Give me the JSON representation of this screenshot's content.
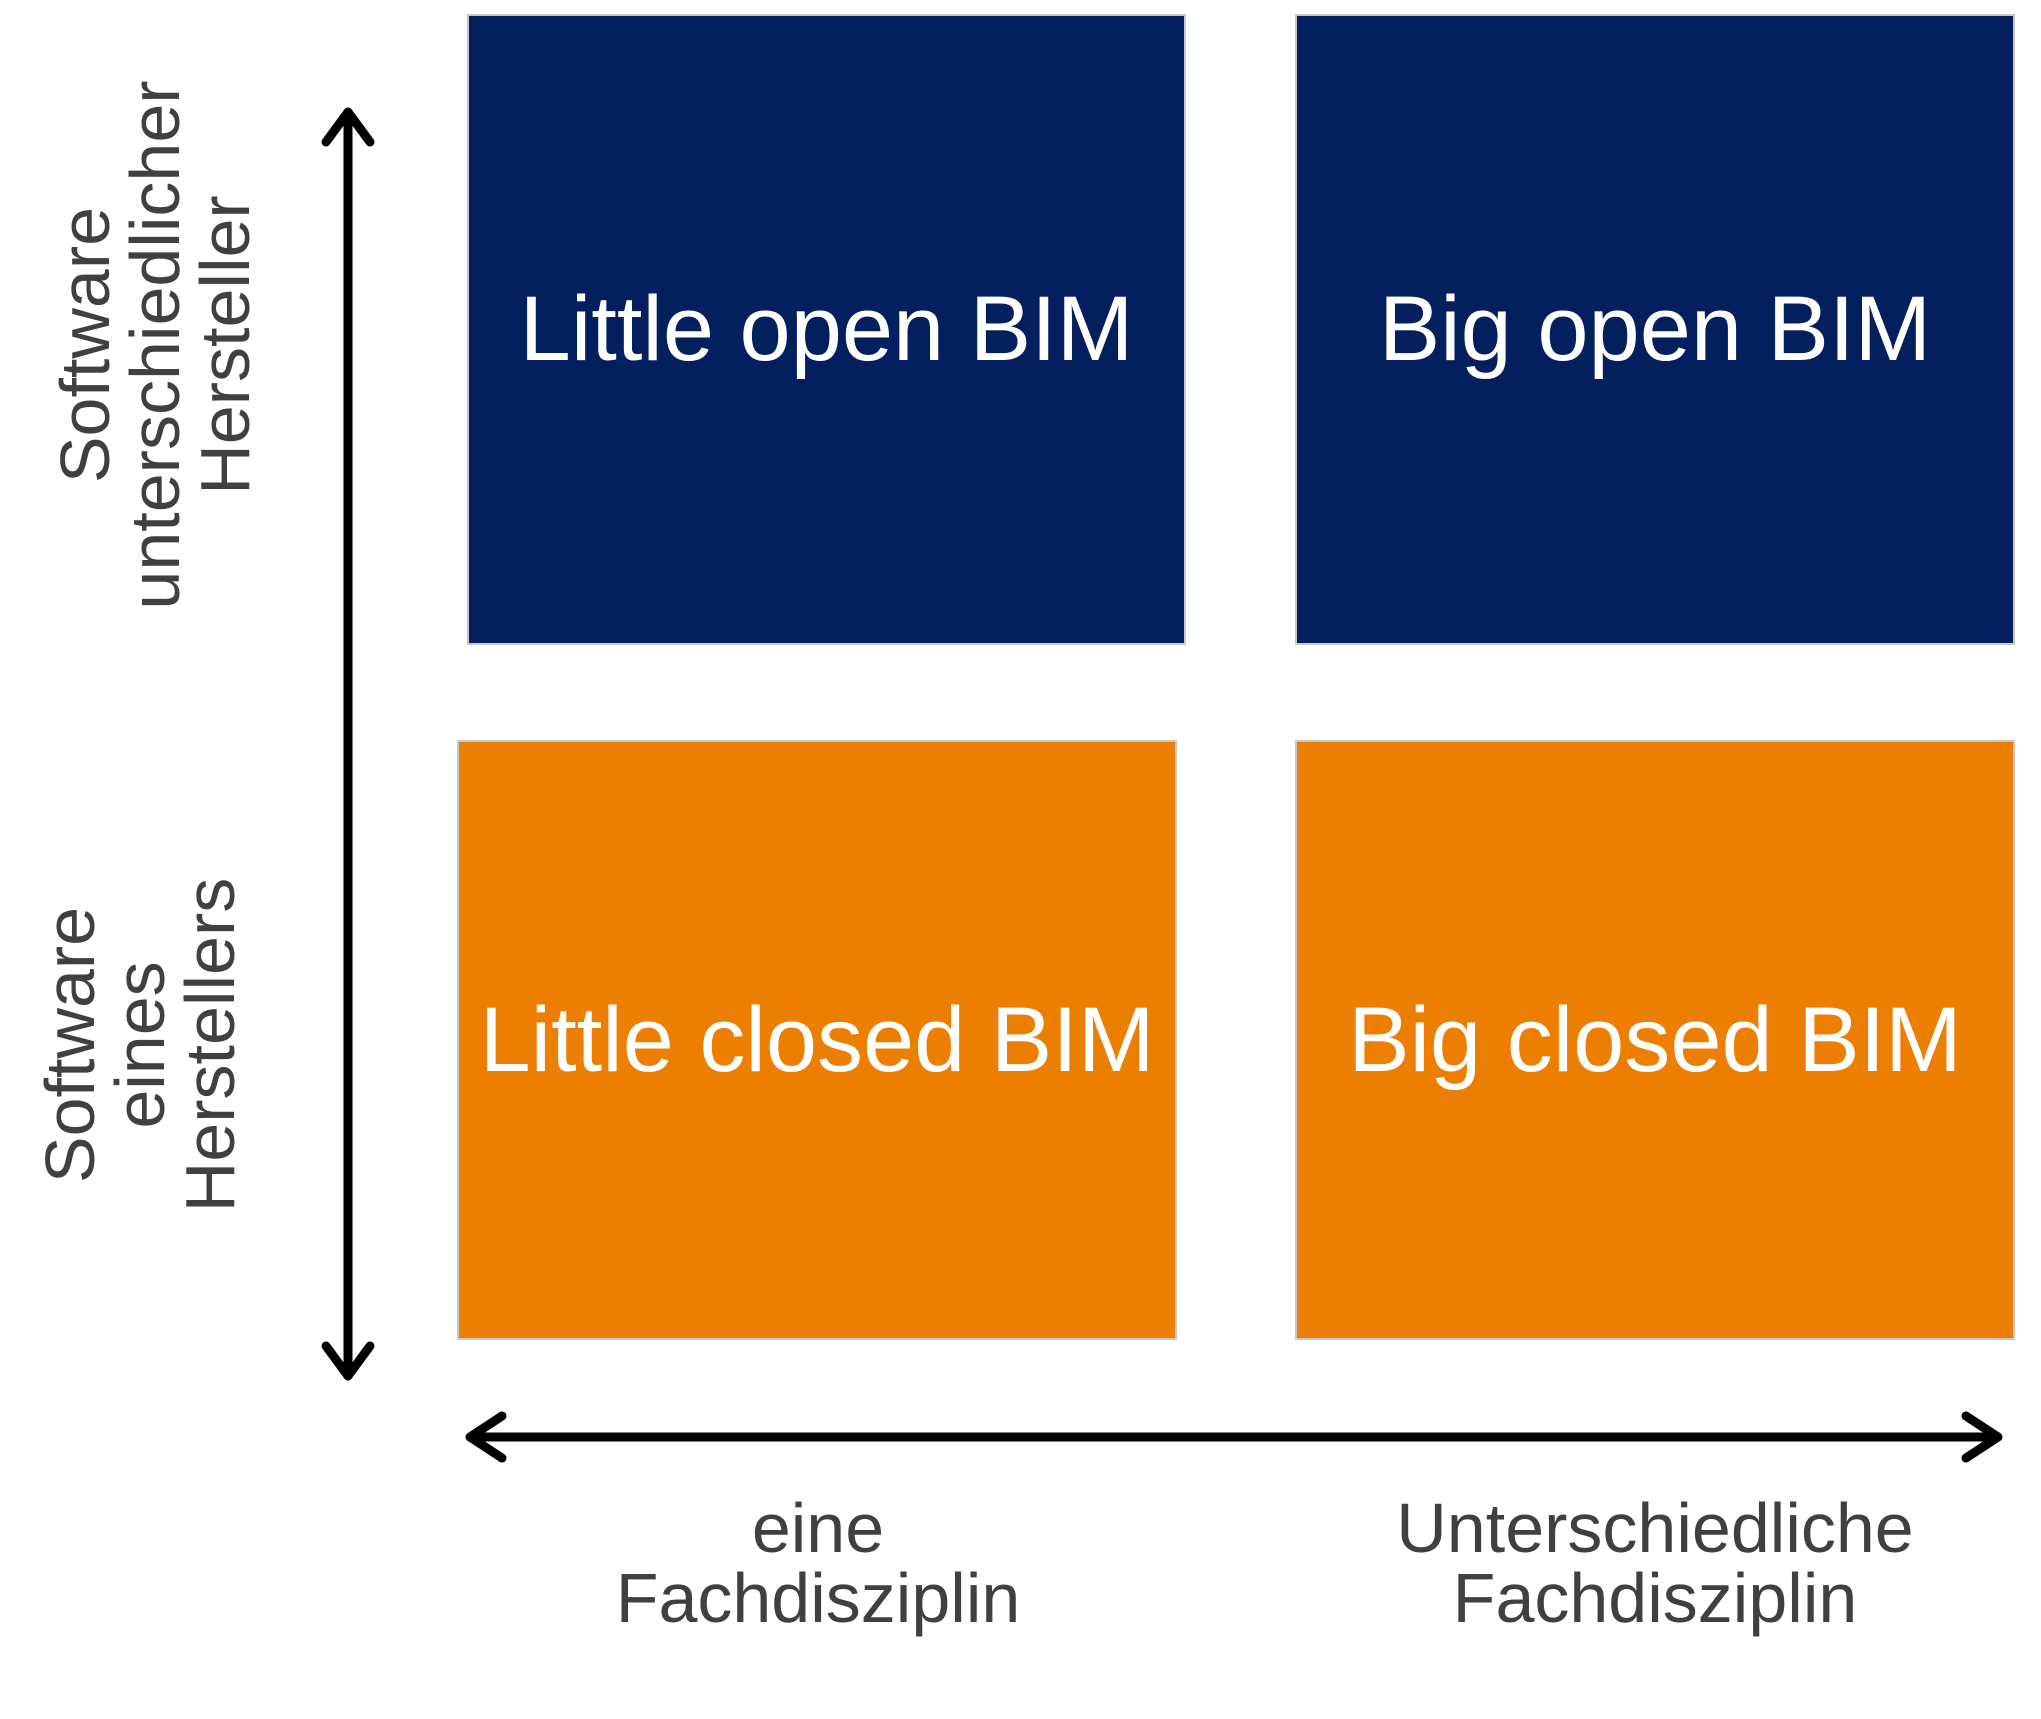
{
  "colors": {
    "open": "#041f5e",
    "closed": "#ec7f02",
    "axis": "#000000",
    "label_text": "#404040"
  },
  "quadrants": {
    "little_open": "Little open BIM",
    "big_open": "Big open BIM",
    "little_closed": "Little closed BIM",
    "big_closed": "Big closed BIM"
  },
  "y_axis": {
    "top_label": [
      "Software",
      "unterschiedlicher",
      "Hersteller"
    ],
    "bottom_label": [
      "Software",
      "eines",
      "Herstellers"
    ]
  },
  "x_axis": {
    "left_label": [
      "eine",
      "Fachdisziplin"
    ],
    "right_label": [
      "Unterschiedliche",
      "Fachdisziplin"
    ]
  }
}
